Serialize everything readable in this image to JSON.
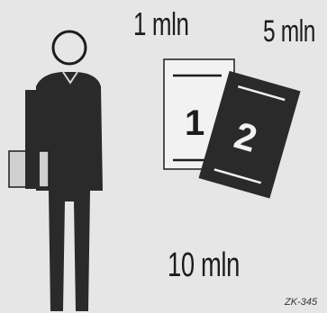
{
  "labels": {
    "one_min": "1 mln",
    "five_min": "5 mln",
    "ten_min": "10 mln"
  },
  "documents": {
    "first_number": "1",
    "second_number": "2"
  },
  "figure_id": "ZK-345",
  "colors": {
    "background": "#e6e6e6",
    "ink": "#1c1c1c",
    "person": "#2a2a2a",
    "paper": "#f2f2f2"
  }
}
